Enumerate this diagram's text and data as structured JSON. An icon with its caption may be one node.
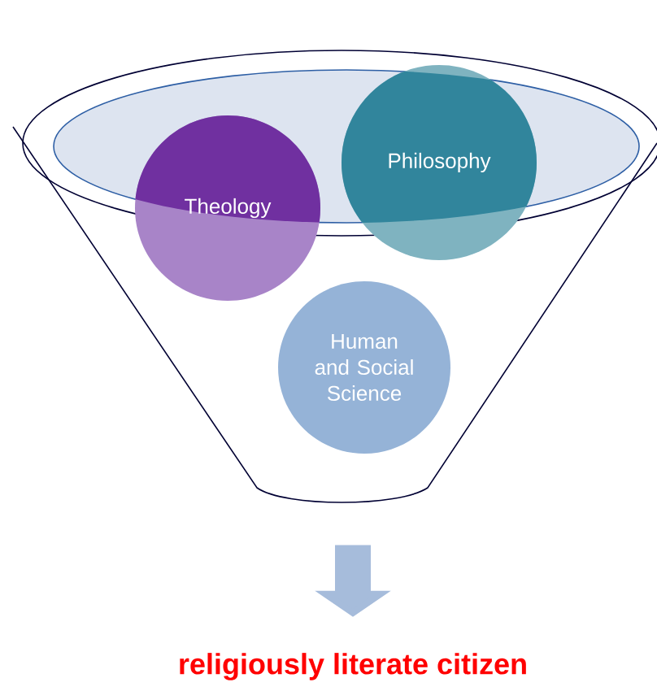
{
  "diagram": {
    "nodes": [
      {
        "text": [],
        "shape": "funnel"
      },
      {
        "text": [
          "Theology"
        ],
        "in": 0
      },
      {
        "text": [
          "Philosophy"
        ],
        "in": 0
      },
      {
        "text": [
          "Human and Social Science"
        ],
        "in": 0
      },
      {
        "text": [
          "religiously literate citizen"
        ]
      }
    ],
    "edges": [
      {
        "from": 0,
        "to": 4,
        "arrow": "to",
        "color": "#a6bcdb"
      }
    ]
  }
}
